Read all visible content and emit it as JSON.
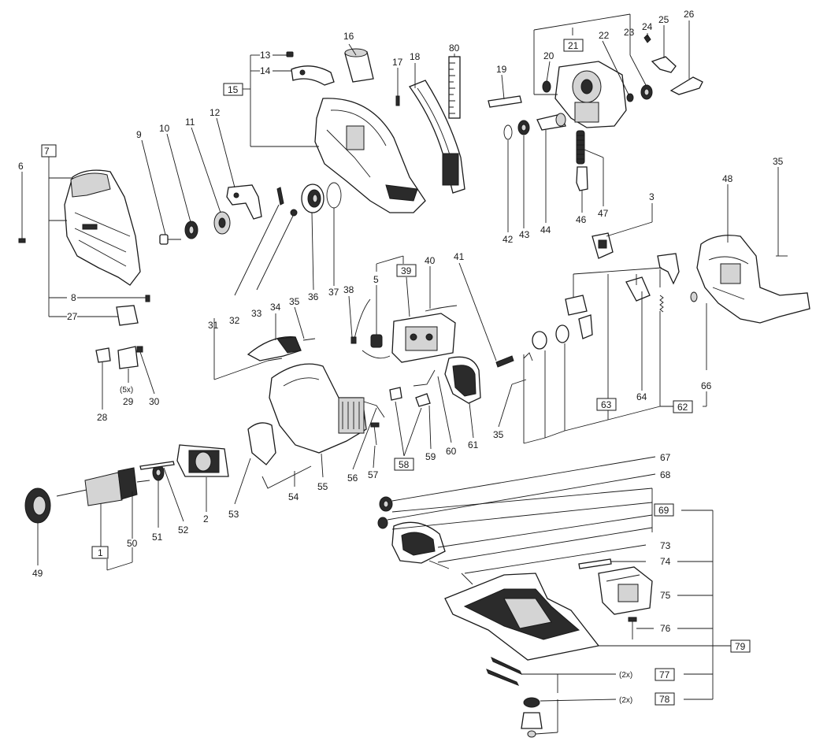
{
  "labels": {
    "p1": "1",
    "p2": "2",
    "p3": "3",
    "p5": "5",
    "p6": "6",
    "p7": "7",
    "p8": "8",
    "p9": "9",
    "p10": "10",
    "p11": "11",
    "p12": "12",
    "p13": "13",
    "p14": "14",
    "p15": "15",
    "p16": "16",
    "p17": "17",
    "p18": "18",
    "p19": "19",
    "p20": "20",
    "p21": "21",
    "p22": "22",
    "p23": "23",
    "p24": "24",
    "p25": "25",
    "p26": "26",
    "p27": "27",
    "p28": "28",
    "p29": "29",
    "p30": "30",
    "p31": "31",
    "p32": "32",
    "p33": "33",
    "p34": "34",
    "p35": "35",
    "p36": "36",
    "p37": "37",
    "p38": "38",
    "p39": "39",
    "p40": "40",
    "p41": "41",
    "p42": "42",
    "p43": "43",
    "p44": "44",
    "p46": "46",
    "p47": "47",
    "p48": "48",
    "p49": "49",
    "p50": "50",
    "p51": "51",
    "p52": "52",
    "p53": "53",
    "p54": "54",
    "p55": "55",
    "p56": "56",
    "p57": "57",
    "p58": "58",
    "p59": "59",
    "p60": "60",
    "p61": "61",
    "p62": "62",
    "p63": "63",
    "p64": "64",
    "p66": "66",
    "p67": "67",
    "p68": "68",
    "p69": "69",
    "p73": "73",
    "p74": "74",
    "p75": "75",
    "p76": "76",
    "p77": "77",
    "p78": "78",
    "p79": "79",
    "p80": "80"
  },
  "quantities": {
    "q29": "(5x)",
    "q77": "(2x)",
    "q78": "(2x)"
  }
}
